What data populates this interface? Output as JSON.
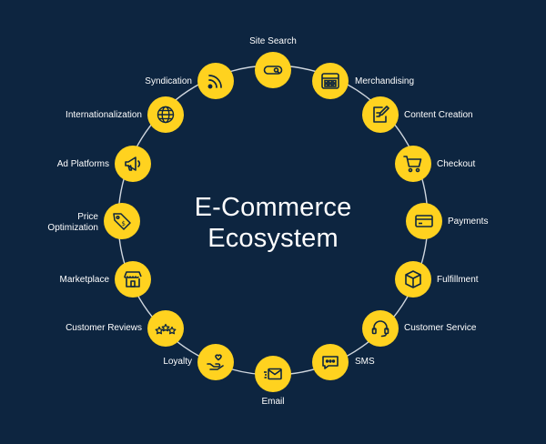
{
  "title_line1": "E-Commerce",
  "title_line2": "Ecosystem",
  "colors": {
    "background": "#0d2540",
    "node": "#ffd21f",
    "ring": "#cfd6de",
    "text": "#ffffff",
    "icon_stroke": "#0d2540"
  },
  "nodes": [
    {
      "label": "Site Search",
      "icon": "search-bar-icon"
    },
    {
      "label": "Merchandising",
      "icon": "grid-storefront-icon"
    },
    {
      "label": "Content Creation",
      "icon": "pencil-document-icon"
    },
    {
      "label": "Checkout",
      "icon": "shopping-cart-icon"
    },
    {
      "label": "Payments",
      "icon": "credit-card-icon"
    },
    {
      "label": "Fulfillment",
      "icon": "package-box-icon"
    },
    {
      "label": "Customer Service",
      "icon": "headset-icon"
    },
    {
      "label": "SMS",
      "icon": "chat-bubble-icon"
    },
    {
      "label": "Email",
      "icon": "envelope-icon"
    },
    {
      "label": "Loyalty",
      "icon": "hand-heart-icon"
    },
    {
      "label": "Customer Reviews",
      "icon": "three-stars-icon"
    },
    {
      "label": "Marketplace",
      "icon": "storefront-icon"
    },
    {
      "label": "Price\nOptimization",
      "icon": "price-tag-icon"
    },
    {
      "label": "Ad Platforms",
      "icon": "megaphone-icon"
    },
    {
      "label": "Internationalization",
      "icon": "globe-icon"
    },
    {
      "label": "Syndication",
      "icon": "rss-feed-icon"
    }
  ]
}
